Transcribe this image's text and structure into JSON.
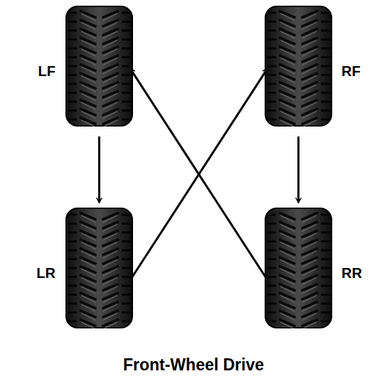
{
  "diagram": {
    "title": "Front-Wheel Drive",
    "nodes": [
      {
        "text": [
          "LF"
        ]
      },
      {
        "text": [
          "RF"
        ]
      },
      {
        "text": [
          "LR"
        ]
      },
      {
        "text": [
          "RR"
        ]
      }
    ],
    "edges": [
      {
        "from": 0,
        "to": 2,
        "arrow": "to"
      },
      {
        "from": 1,
        "to": 3,
        "arrow": "to"
      },
      {
        "from": 2,
        "to": 1,
        "arrow": "to"
      },
      {
        "from": 3,
        "to": 0,
        "arrow": "to"
      }
    ]
  }
}
